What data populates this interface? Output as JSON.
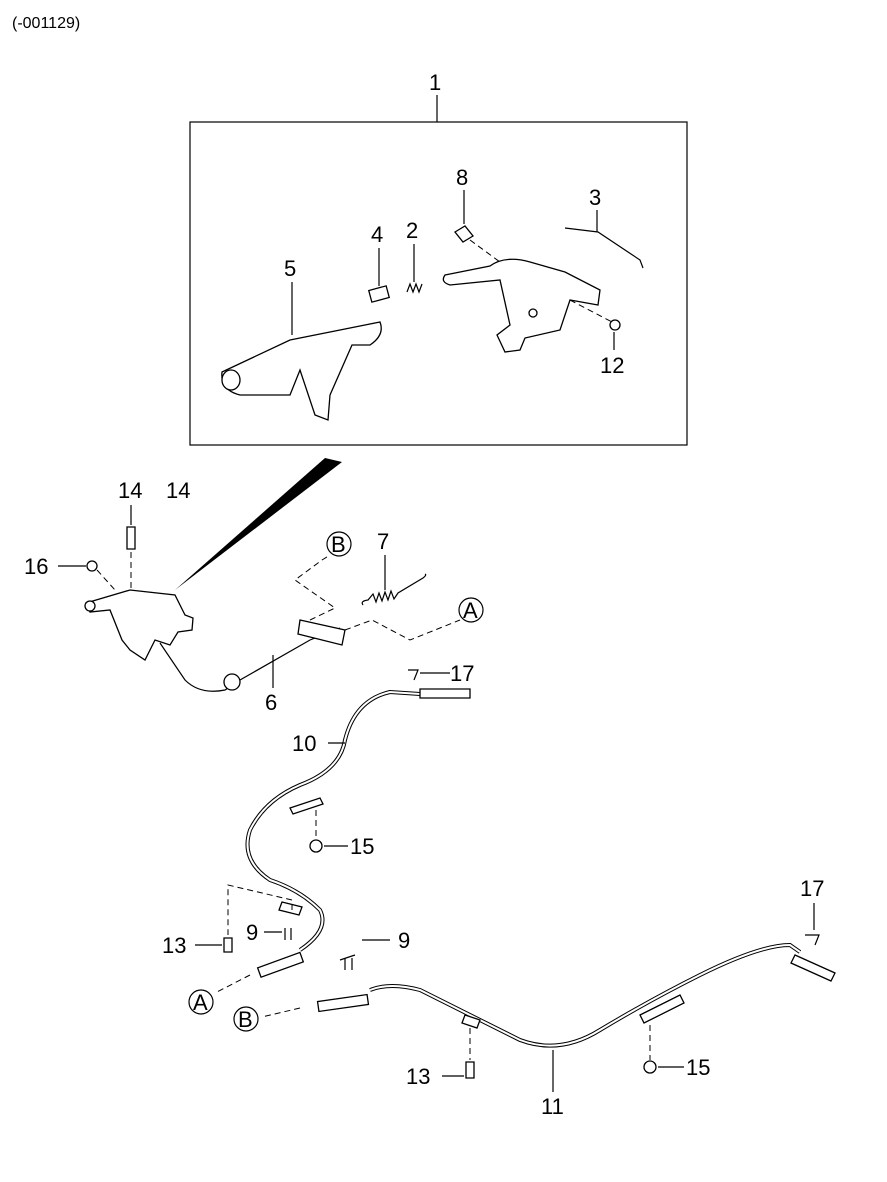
{
  "header": {
    "code": "(-001129)"
  },
  "callouts": {
    "c1": "1",
    "c2": "2",
    "c3": "3",
    "c4": "4",
    "c5": "5",
    "c6": "6",
    "c7": "7",
    "c8": "8",
    "c9a": "9",
    "c9b": "9",
    "c10": "10",
    "c11": "11",
    "c12": "12",
    "c13a": "13",
    "c13b": "13",
    "c14a": "14",
    "c14b": "14",
    "c15a": "15",
    "c15b": "15",
    "c16": "16",
    "c17a": "17",
    "c17b": "17"
  },
  "connectors": {
    "a1": "A",
    "b1": "B",
    "a2": "A",
    "b2": "B"
  }
}
